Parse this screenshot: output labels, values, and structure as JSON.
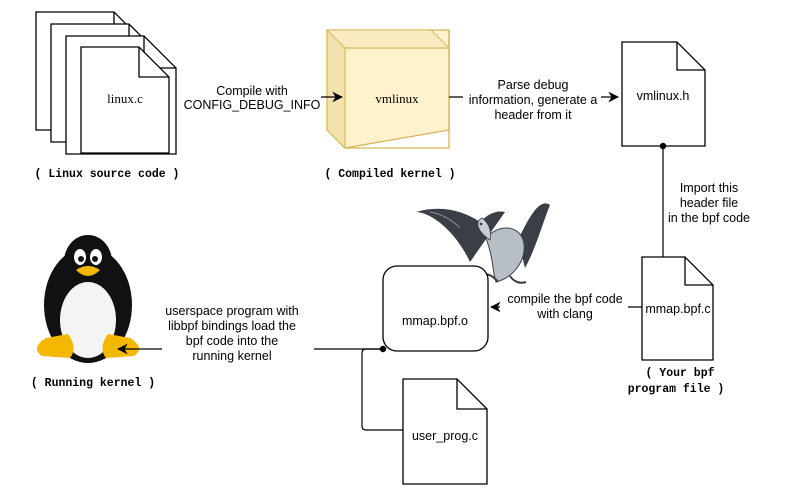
{
  "nodes": {
    "linux_c": "linux.c",
    "vmlinux": "vmlinux",
    "vmlinux_h": "vmlinux.h",
    "mmap_bpf_o": "mmap.bpf.o",
    "mmap_bpf_c": "mmap.bpf.c",
    "user_prog_c": "user_prog.c"
  },
  "captions": {
    "linux_source": "( Linux source code )",
    "compiled_kernel": "( Compiled kernel )",
    "running_kernel": "( Running kernel )",
    "bpf_program_line1": "( Your bpf",
    "bpf_program_line2": "program file )"
  },
  "edges": {
    "compile": [
      "Compile with",
      "CONFIG_DEBUG_INFO"
    ],
    "parse": [
      "Parse debug",
      "information, generate a",
      "header from it"
    ],
    "import": [
      "Import this",
      "header file",
      "in the bpf code"
    ],
    "clang": [
      "compile the bpf code",
      "with clang"
    ],
    "load": [
      "userspace program with",
      "libbpf bindings load the",
      "bpf code into the",
      "running kernel"
    ]
  },
  "colors": {
    "cube_fill": "#fff2cc",
    "cube_stroke": "#d6b656",
    "line": "#000000",
    "tux_beak": "#f5b800",
    "dragon": "#3a3f47"
  },
  "icons": [
    "tux-penguin-icon",
    "llvm-dragon-icon"
  ]
}
